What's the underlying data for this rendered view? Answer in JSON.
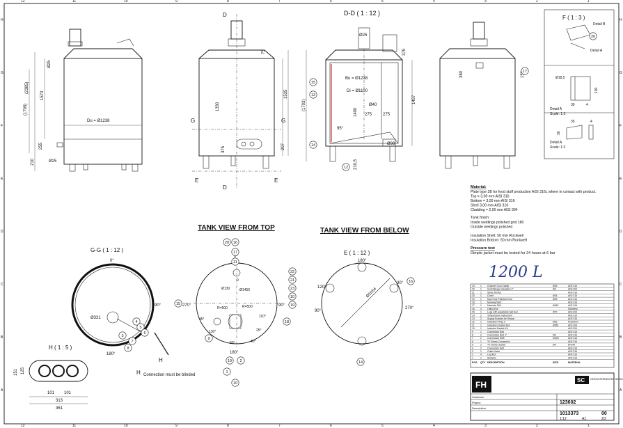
{
  "border": {
    "top": [
      "12",
      "11",
      "10",
      "9",
      "8",
      "7",
      "6",
      "5",
      "4",
      "3",
      "2",
      "1"
    ],
    "bottom": [
      "12",
      "11",
      "10",
      "9",
      "8",
      "7",
      "6",
      "5",
      "4",
      "3",
      "2",
      "1"
    ],
    "left": [
      "H",
      "G",
      "F",
      "E",
      "D",
      "C",
      "B",
      "A"
    ],
    "right": [
      "H",
      "G",
      "F",
      "E",
      "D",
      "C",
      "B",
      "A"
    ]
  },
  "views": {
    "front": {
      "dims": [
        "(2385)",
        "1570",
        "(1795)",
        "Ø25",
        "Du = Ø1238",
        "255",
        "Ø25",
        "210"
      ]
    },
    "side": {
      "label_d_top": "D",
      "label_d_bottom": "D",
      "label_g_left": "G",
      "label_g_right": "G",
      "label_e_left": "E",
      "label_e_right": "E",
      "dims": [
        "75",
        "1330",
        "1535",
        "375",
        "207"
      ]
    },
    "section_dd": {
      "title": "D-D ( 1 : 12 )",
      "dims": [
        "Ø25",
        "375",
        "Bu = Ø1238",
        "Di = Ø1100",
        "1400",
        "1497",
        "(1703)",
        "Ø40",
        "275",
        "275",
        "95°",
        "210,5",
        "Ø98"
      ],
      "bubbles": [
        "15",
        "13",
        "14",
        "12"
      ]
    },
    "right": {
      "dims": [
        "380",
        "150"
      ],
      "bubbles": [
        "17"
      ]
    },
    "detail_f": {
      "title": "F ( 1 : 3 )",
      "labels": [
        "Detail B",
        "Detail A"
      ],
      "bubbles": [
        "20"
      ]
    },
    "detail_a": {
      "dims": [
        "Ø18,5",
        "100",
        "30",
        "4"
      ],
      "caption1": "Detail A",
      "caption2": "Scale: 1:3"
    },
    "detail_b": {
      "dims": [
        "35",
        "4",
        "30"
      ],
      "caption1": "Detail A",
      "caption2": "Scale: 1:3"
    },
    "gg": {
      "title": "G-G ( 1 : 12 )",
      "angles": [
        "0°",
        "90°",
        "180°"
      ],
      "dims": [
        "Ø331"
      ],
      "bubbles": [
        "4",
        "5",
        "6",
        "7",
        "8",
        "3"
      ],
      "label_h": "H",
      "note": "Connection must be blinded"
    },
    "h": {
      "title": "H ( 1 : 5 )",
      "dims": [
        "101",
        "101",
        "313",
        "361",
        "151",
        "125"
      ]
    },
    "top": {
      "title": "TANK VIEW FROM TOP",
      "angles": [
        "0°",
        "90°",
        "180°",
        "270°"
      ],
      "dims": [
        "R=500",
        "R=500",
        "Ø1450",
        "Ø130",
        "0",
        "25°",
        "40°",
        "60°",
        "45°",
        "110°",
        "130°"
      ],
      "bubbles": [
        "20",
        "16",
        "17",
        "11",
        "15",
        "22",
        "21",
        "23",
        "10",
        "19",
        "18",
        "9",
        "19",
        "2",
        "1",
        "10"
      ]
    },
    "below": {
      "title": "TANK VIEW FROM BELOW",
      "subtitle": "E ( 1 : 12 )",
      "angles": [
        "180°",
        "90°",
        "270°",
        "120°",
        "30°"
      ],
      "dims": [
        "Ø1054"
      ],
      "bubbles": [
        "16",
        "14"
      ]
    }
  },
  "notes": {
    "material_title": "Material:",
    "material_lines": [
      "Plate type 2B for food stuff production AISI 316L where in contact with product.",
      "Top = 3,00 mm AISI 316",
      "Bottom = 3,00 mm AISI 316",
      "Shell  3,00 mm AISI 316",
      "Cladding = 2,00 mm AISI 304"
    ],
    "finish_title": "Tank finish:",
    "finish_lines": [
      "Inside weldings polished grid 180",
      "Outside weldings polished"
    ],
    "insulation_lines": [
      "Insulation Shell: 50 mm Rockwell",
      "Insulation Bottom: 50 mm Rockwell"
    ],
    "pressure_title": "Pressure test",
    "pressure_line": "Dimple jacket must be tested for 24 hours at 6 bar"
  },
  "handwritten": "1200 L",
  "bom": {
    "rows": [
      [
        "23",
        "1",
        "Channel Cool Clamp",
        "Ø25",
        "AISI 316"
      ],
      [
        "22",
        "1",
        "Vent/Flange Insulation 2\"",
        "DN",
        "AISI 304"
      ],
      [
        "21",
        "1",
        "Spray Device",
        "",
        "AISI 316"
      ],
      [
        "20",
        "1",
        "Cover",
        "Ø25",
        "AISI 316"
      ],
      [
        "19",
        "1",
        "Man Hole Polished Grid",
        "Ø25",
        "AISI 316"
      ],
      [
        "18",
        "1",
        "Manway/Vent",
        "",
        "AISI 316"
      ],
      [
        "17",
        "1",
        "Manhole 500",
        "Ø450",
        "AISI 316"
      ],
      [
        "16",
        "4",
        "Lifting Eye",
        "",
        "Stainless"
      ],
      [
        "15",
        "1",
        "Legs with adjustable ball feet",
        "Ø70",
        "AISI 304"
      ],
      [
        "14",
        "2",
        "Temperature instrument",
        "",
        "AISI 316"
      ],
      [
        "13",
        "2",
        "Supply Bracket for Tempe.",
        "",
        "AISI 316"
      ],
      [
        "12",
        "1",
        "Insulation Ring 1\"",
        "Ø63",
        "Rockwool"
      ],
      [
        "11",
        "1",
        "Insulation Gasket Box",
        "Ø350",
        "AISI 304"
      ],
      [
        "10",
        "1",
        "Included Gasket Kit",
        "",
        "AISI 304"
      ],
      [
        "9",
        "1",
        "Connection Butt",
        "",
        "AISI 316"
      ],
      [
        "8",
        "2",
        "Connection Butt 1\"",
        "DN",
        "AISI 316"
      ],
      [
        "7",
        "2",
        "Connection Ø25",
        "DN25",
        "AISI 316"
      ],
      [
        "6",
        "1",
        "Tri Clamp Connection",
        "",
        "AISI 316"
      ],
      [
        "5",
        "2",
        "Tri Clamp Gasket",
        "DN",
        "EPDM"
      ],
      [
        "4",
        "2",
        "Connection Butt",
        "",
        "AISI 316"
      ],
      [
        "3",
        "1",
        "Outlet Valve",
        "",
        "AISI 316"
      ],
      [
        "2",
        "4",
        "Leg foot",
        "",
        "AISI 316"
      ],
      [
        "1",
        "1",
        "Skeleton",
        "",
        "AISI 316"
      ]
    ],
    "header": [
      "POS",
      "QTY",
      "DESCRIPTION",
      "SIZE",
      "MATERIAL"
    ]
  },
  "titleblock": {
    "logo_left": "FH",
    "logo_right": "SC",
    "company_right": "HERGISTERNENTER SERVICES A/S",
    "drawing_no": "123602",
    "project_no": "1013373",
    "rev": "00",
    "scale": "1:12",
    "sheet_size": "A1",
    "sheet": "2/2",
    "customer_label": "Customer",
    "project_label": "Project",
    "desc_label": "Description"
  }
}
